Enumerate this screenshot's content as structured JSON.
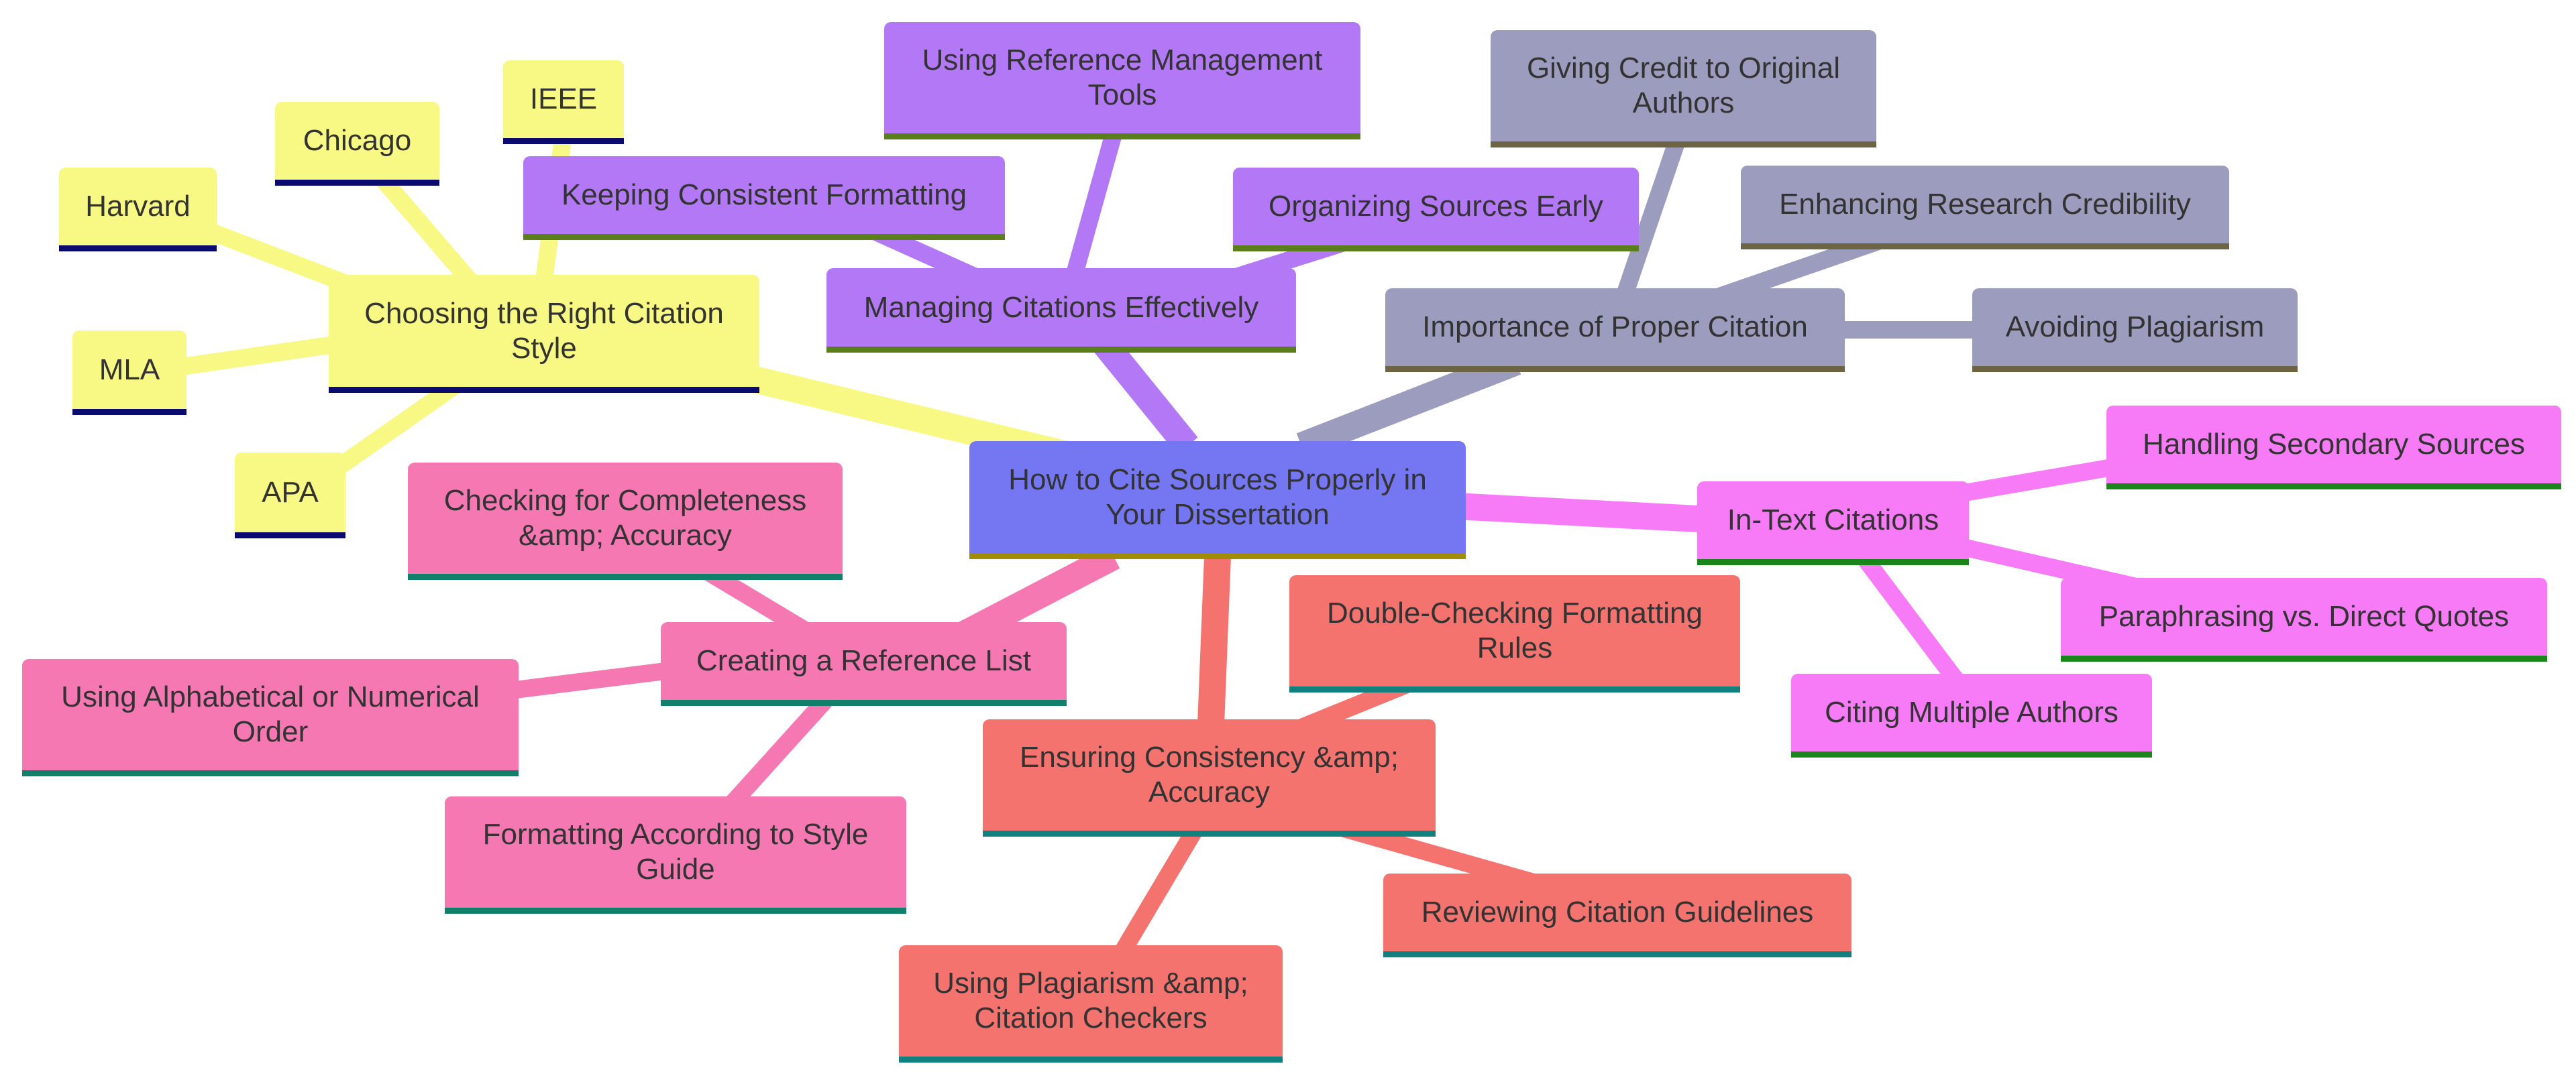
{
  "mindmap": {
    "root": {
      "label": "How to Cite Sources Properly in Your Dissertation"
    },
    "branches": {
      "citation_style": {
        "label": "Choosing the Right Citation Style",
        "color": "#f8f884",
        "children": {
          "apa": "APA",
          "mla": "MLA",
          "harvard": "Harvard",
          "chicago": "Chicago",
          "ieee": "IEEE"
        }
      },
      "managing": {
        "label": "Managing Citations Effectively",
        "color": "#b278f6",
        "children": {
          "consistent": "Keeping Consistent Formatting",
          "tools": "Using Reference Management Tools",
          "organizing": "Organizing Sources Early"
        }
      },
      "importance": {
        "label": "Importance of Proper Citation",
        "color": "#9c9cbf",
        "children": {
          "credit": "Giving Credit to Original Authors",
          "credibility": "Enhancing Research Credibility",
          "plagiarism": "Avoiding Plagiarism"
        }
      },
      "in_text": {
        "label": "In-Text Citations",
        "color": "#f77bf7",
        "children": {
          "secondary": "Handling Secondary Sources",
          "paraphrasing": "Paraphrasing vs. Direct Quotes",
          "multiple": "Citing Multiple Authors"
        }
      },
      "reference_list": {
        "label": "Creating a Reference List",
        "color": "#f578b3",
        "children": {
          "completeness": "Checking for Completeness &amp; Accuracy",
          "order": "Using Alphabetical or Numerical Order",
          "formatting": "Formatting According to Style Guide"
        }
      },
      "consistency": {
        "label": "Ensuring Consistency &amp; Accuracy",
        "color": "#f5736f",
        "children": {
          "double_check": "Double-Checking Formatting Rules",
          "reviewing": "Reviewing Citation Guidelines",
          "checkers": "Using Plagiarism &amp; Citation Checkers"
        }
      }
    }
  }
}
